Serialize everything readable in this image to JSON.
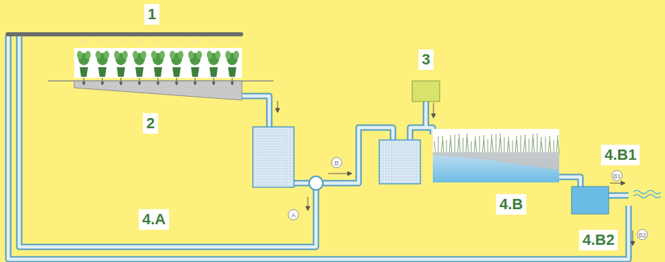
{
  "diagram": {
    "labels": [
      "1",
      "2",
      "3",
      "B",
      "A",
      "4.A",
      "4.B1",
      "B1",
      "4.B",
      "4.B2",
      "B2"
    ]
  }
}
